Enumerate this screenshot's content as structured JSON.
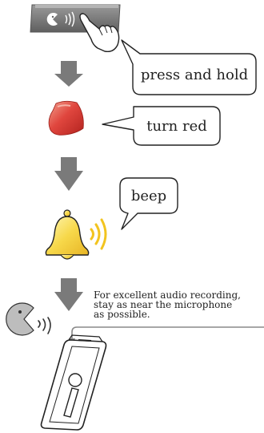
{
  "steps": [
    {
      "callout": "press and hold",
      "icon": "record-button-icon"
    },
    {
      "callout": "turn red",
      "icon": "red-indicator-icon"
    },
    {
      "callout": "beep",
      "icon": "bell-icon"
    }
  ],
  "note": {
    "lines": [
      "For excellent audio recording,",
      "stay as near the microphone",
      "as possible."
    ]
  },
  "colors": {
    "arrow": "#7a7a7a",
    "indicator_red": "#e0463e",
    "bell_yellow": "#f7d84a",
    "button_gray": "#8a8a8a"
  }
}
